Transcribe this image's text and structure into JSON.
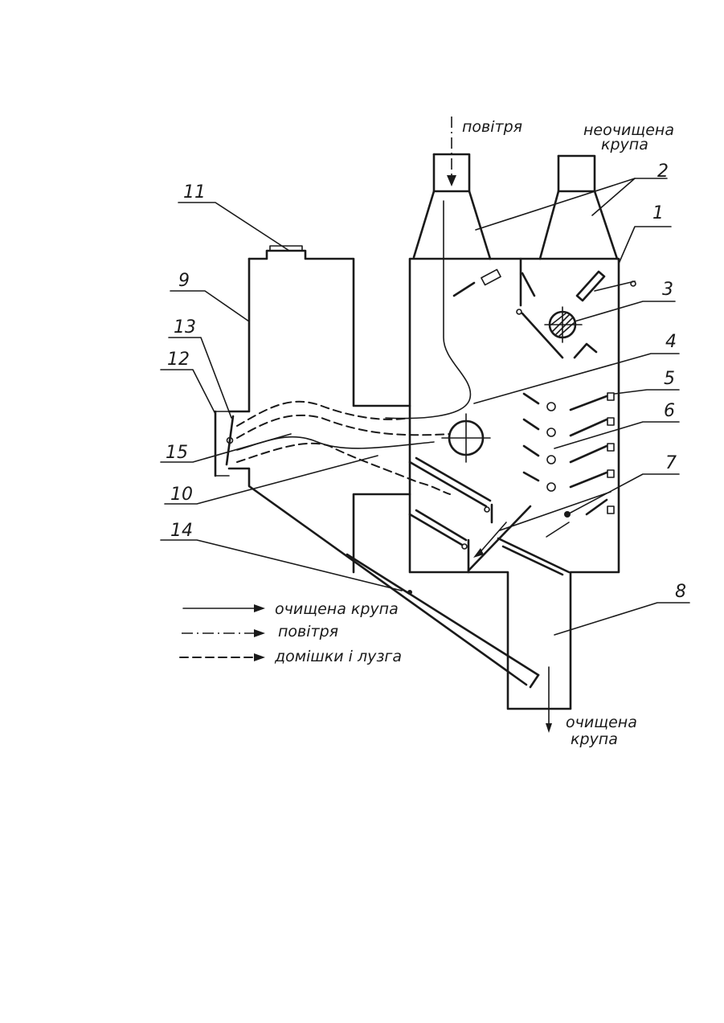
{
  "labels": {
    "air_top": "повітря",
    "raw_grain_line1": "неочищена",
    "raw_grain_line2": "крупа",
    "clean_grain_out_line1": "очищена",
    "clean_grain_out_line2": "крупа"
  },
  "callouts": [
    "1",
    "2",
    "3",
    "4",
    "5",
    "6",
    "7",
    "8",
    "9",
    "10",
    "11",
    "12",
    "13",
    "14",
    "15"
  ],
  "legend": {
    "clean_grain": "очищена крупа",
    "air": "повітря",
    "impurities": "домішки і лузга"
  }
}
